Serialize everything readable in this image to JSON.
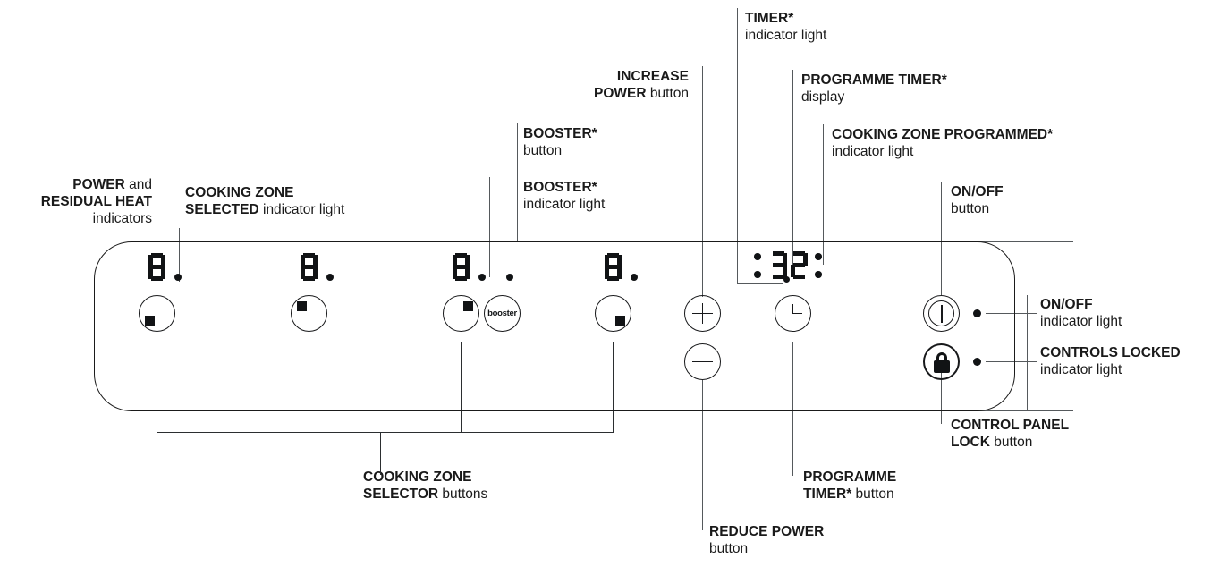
{
  "diagram": {
    "title": "Induction hob control panel",
    "ink_color": "#1a1a1a",
    "leader_color": "#55595c"
  },
  "callouts": [
    {
      "id": "power-residual-heat",
      "bold": "POWER",
      "line1_tail": " and",
      "line2_bold": "RESIDUAL HEAT",
      "line3": "indicators"
    },
    {
      "id": "cooking-zone-selected",
      "line1_bold": "COOKING ZONE",
      "line2_bold": "SELECTED",
      "line2_tail": " indicator light"
    },
    {
      "id": "booster-button",
      "line1_bold": "BOOSTER*",
      "line2": "button"
    },
    {
      "id": "booster-indicator",
      "line1_bold": "BOOSTER*",
      "line2": "indicator light"
    },
    {
      "id": "increase-power",
      "line1_bold": "INCREASE",
      "line2_bold": "POWER",
      "line2_tail": " button"
    },
    {
      "id": "timer-indicator",
      "line1_bold": "TIMER*",
      "line2": "indicator light"
    },
    {
      "id": "programme-timer-display",
      "line1_bold": "PROGRAMME TIMER*",
      "line2": "display"
    },
    {
      "id": "cooking-zone-programmed",
      "line1_bold": "COOKING ZONE PROGRAMMED*",
      "line2": "indicator light"
    },
    {
      "id": "onoff-button",
      "line1_bold": "ON/OFF",
      "line2": "button"
    },
    {
      "id": "onoff-indicator",
      "line1_bold": "ON/OFF",
      "line2": "indicator light"
    },
    {
      "id": "controls-locked",
      "line1_bold": "CONTROLS LOCKED",
      "line2": "indicator light"
    },
    {
      "id": "control-panel-lock",
      "line1_bold": "CONTROL PANEL",
      "line2_bold": "LOCK",
      "line2_tail": " button"
    },
    {
      "id": "cooking-zone-selector",
      "line1_bold": "COOKING ZONE",
      "line2_bold": "SELECTOR",
      "line2_tail": " buttons"
    },
    {
      "id": "programme-timer-button",
      "line1_bold": "PROGRAMME",
      "line2_bold": "TIMER*",
      "line2_tail": " button"
    },
    {
      "id": "reduce-power",
      "line1_bold": "REDUCE POWER",
      "line2": "button"
    }
  ],
  "panel": {
    "power_displays": [
      {
        "digit": "8",
        "has_decimal_dot": true
      },
      {
        "digit": "8",
        "has_decimal_dot": true
      },
      {
        "digit": "8",
        "has_decimal_dot": true
      },
      {
        "digit": "8",
        "has_decimal_dot": true
      }
    ],
    "booster_indicator_dot": true,
    "zone_buttons": [
      {
        "marker_position": "bottom-left"
      },
      {
        "marker_position": "top-left"
      },
      {
        "marker_position": "top-right"
      },
      {
        "marker_position": "bottom-right"
      }
    ],
    "booster_button_label": "booster",
    "increase_power_symbol": "+",
    "reduce_power_symbol": "−",
    "timer_button_icon": "clock-icon",
    "programme_timer_display": {
      "value": "3.2",
      "left_colon": true,
      "right_colon": true,
      "decimal_dot": true
    },
    "onoff_button_icon": "power-icon",
    "lock_button_icon": "padlock-icon",
    "onoff_indicator_dot": true,
    "controls_locked_indicator_dot": true
  }
}
